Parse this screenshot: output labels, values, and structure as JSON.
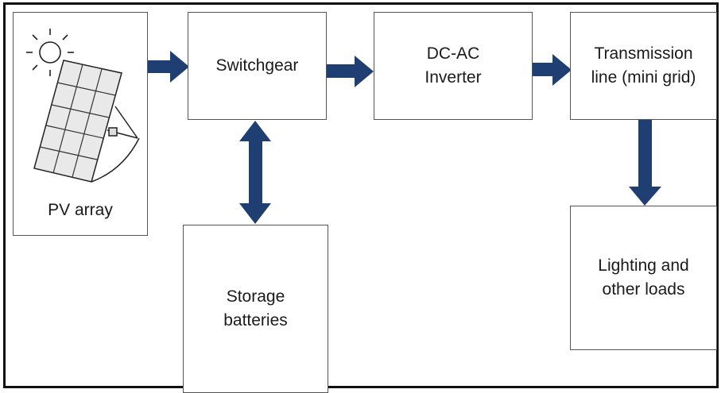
{
  "diagram": {
    "nodes": {
      "pv_array": {
        "label": "PV array"
      },
      "switchgear": {
        "label": "Switchgear"
      },
      "inverter": {
        "label": "DC-AC\nInverter"
      },
      "transmission": {
        "label": "Transmission\nline (mini grid)"
      },
      "storage": {
        "label": "Storage\nbatteries"
      },
      "loads": {
        "label": "Lighting and\nother loads"
      }
    },
    "edges": [
      {
        "from": "pv_array",
        "to": "switchgear",
        "direction": "forward"
      },
      {
        "from": "switchgear",
        "to": "inverter",
        "direction": "forward"
      },
      {
        "from": "inverter",
        "to": "transmission",
        "direction": "forward"
      },
      {
        "from": "switchgear",
        "to": "storage",
        "direction": "bidirectional"
      },
      {
        "from": "transmission",
        "to": "loads",
        "direction": "forward"
      }
    ],
    "colors": {
      "arrow": "#1f3f73",
      "box_border": "#555555",
      "frame_border": "#111111",
      "text": "#1a1a1a"
    },
    "icons": {
      "pv_array": "solar-panel-icon",
      "sun": "sun-icon"
    }
  }
}
